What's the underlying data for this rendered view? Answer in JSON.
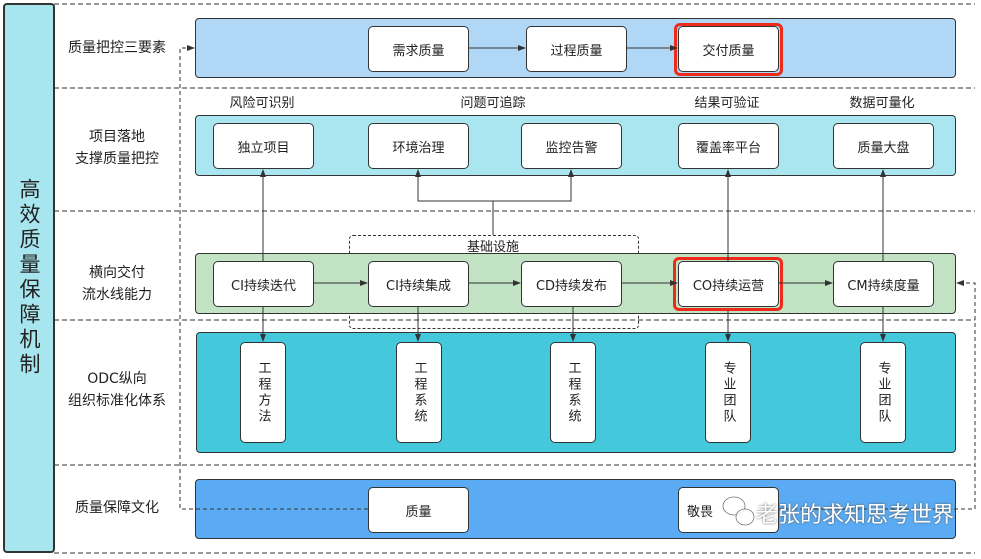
{
  "side_title": "高效质量保障机制",
  "rows": [
    {
      "label": "质量把控三要素"
    },
    {
      "label": "项目落地\n支撑质量把控"
    },
    {
      "label": "横向交付\n流水线能力"
    },
    {
      "label": "ODC纵向\n组织标准化体系"
    },
    {
      "label": "质量保障文化"
    }
  ],
  "elements": [
    "需求质量",
    "过程质量",
    "交付质量"
  ],
  "headers": [
    "风险可识别",
    "问题可追踪",
    "结果可验证",
    "数据可量化"
  ],
  "projects": [
    "独立项目",
    "环境治理",
    "监控告警",
    "覆盖率平台",
    "质量大盘"
  ],
  "infra_label": "基础设施",
  "pipeline": [
    "CI持续迭代",
    "CI持续集成",
    "CD持续发布",
    "CO持续运营",
    "CM持续度量"
  ],
  "odc": [
    "工程方法",
    "工程系统",
    "工程系统",
    "专业团队",
    "专业团队"
  ],
  "culture": [
    "质量",
    "敬畏"
  ],
  "watermark": "老张的求知思考世界",
  "colors": {
    "side": "#a8e6ef",
    "row1": "#b0d7f5",
    "row2": "#aae6ef",
    "row3": "#c2e2c4",
    "row4": "#43c8dc",
    "row5": "#5aabf3",
    "highlight": "#ee2a1a"
  }
}
